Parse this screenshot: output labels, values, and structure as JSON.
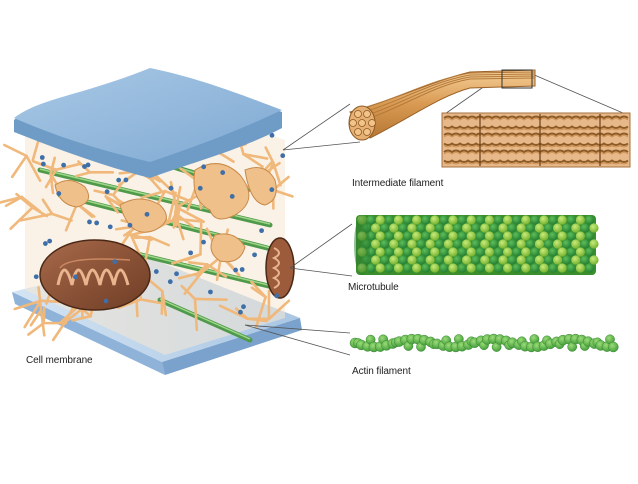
{
  "labels": {
    "intermediate": "Intermediate filament",
    "microtubule": "Microtubule",
    "actin": "Actin filament",
    "membrane": "Cell membrane"
  },
  "colors": {
    "membrane_top": "#8fb8dc",
    "membrane_edge": "#6f9cc6",
    "membrane_bottom": "#bcd3ea",
    "cytoskeleton": "#f0b87a",
    "cytoskeleton_dark": "#d5975a",
    "ribosome": "#3f6fa8",
    "mitochondrion": "#8a5234",
    "microtubule_light": "#8cc63f",
    "microtubule_dark": "#2e8b3a",
    "actin": "#5fb548",
    "filament_strand": "#c88a3f",
    "leader_line": "#444444"
  }
}
